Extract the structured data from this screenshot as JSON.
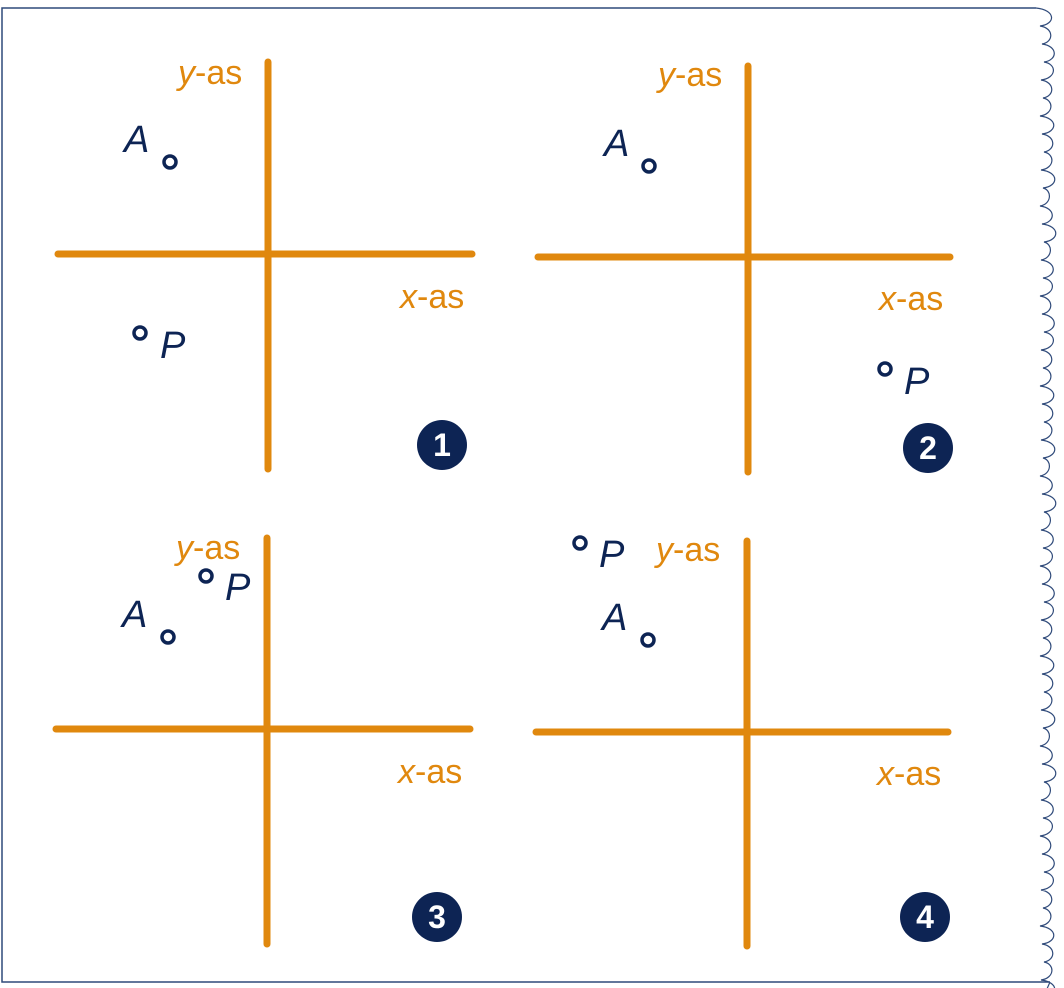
{
  "labels": {
    "y_var": "y",
    "y_suffix": "-as",
    "x_var": "x",
    "x_suffix": "-as",
    "point_a": "A",
    "point_p": "P"
  },
  "panels": [
    {
      "number": "1"
    },
    {
      "number": "2"
    },
    {
      "number": "3"
    },
    {
      "number": "4"
    }
  ],
  "colors": {
    "axis": "#E0880E",
    "point": "#0D2454",
    "badge": "#0D2454",
    "border": "#2F4A7A"
  }
}
